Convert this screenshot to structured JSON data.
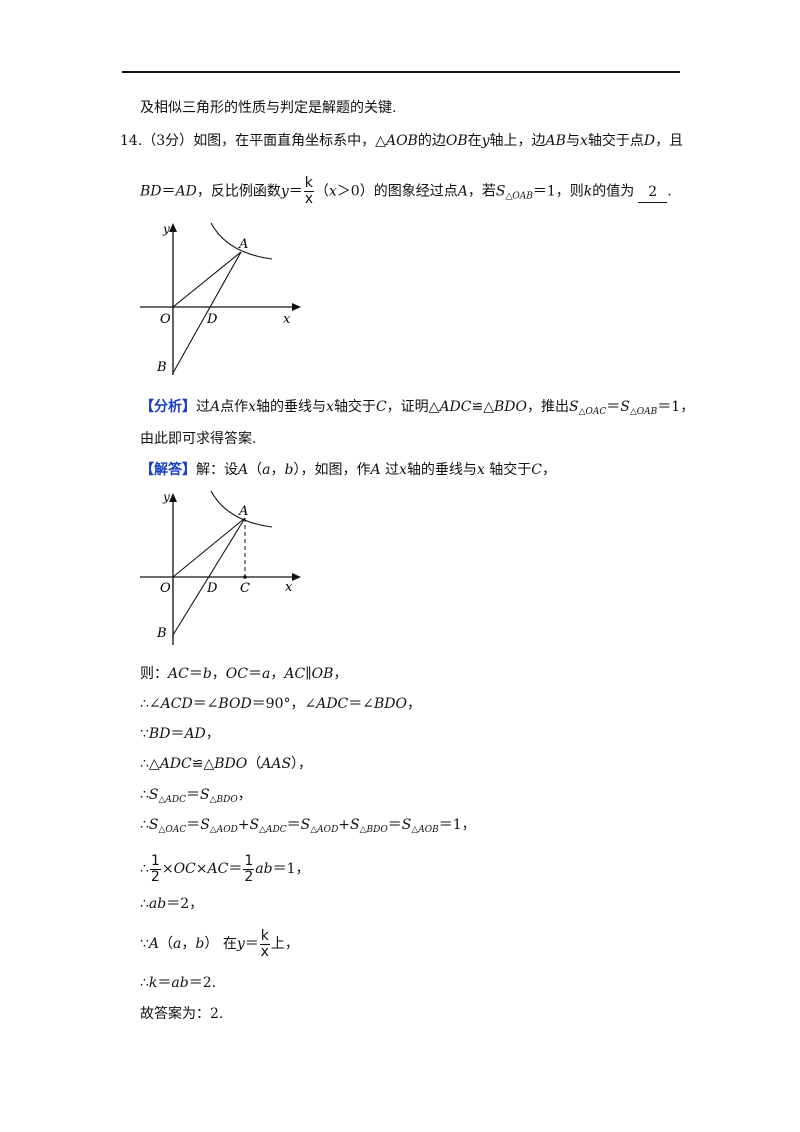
{
  "intro": "及相似三角形的性质与判定是解题的关键.",
  "question": {
    "number": "14.",
    "score": "（3分）",
    "line1": {
      "a": "如图，在平面直角坐标系中，△",
      "b": "AOB",
      "c": "的边",
      "d": "OB",
      "e": "在",
      "f": "y",
      "g": "轴上，边",
      "h": "AB",
      "i": "与",
      "j": "x",
      "k": "轴交于点",
      "l": "D",
      "m": "，且"
    },
    "line2": {
      "a": "BD",
      "b": "＝",
      "c": "AD",
      "d": "，反比例函数",
      "e": "y",
      "f": "＝",
      "frac_num": "k",
      "frac_den": "x",
      "g": "（",
      "h": "x",
      "i": "＞0）的图象经过点",
      "j": "A",
      "k": "，若",
      "l": "S",
      "m": "△OAB",
      "n": "＝1，则",
      "o": "k",
      "p": "的值为",
      "answer": "2",
      "q": "."
    },
    "figure": {
      "y": "y",
      "x": "x",
      "O": "O",
      "D": "D",
      "A": "A",
      "B": "B"
    }
  },
  "analysis": {
    "tag": "【分析】",
    "line1": {
      "a": "过",
      "b": "A",
      "c": "点作",
      "d": "x",
      "e": "轴的垂线与",
      "f": "x",
      "g": "轴交于",
      "h": "C",
      "i": "，证明△",
      "j": "ADC",
      "k": "≌△",
      "l": "BDO",
      "m": "，推出",
      "n": "S",
      "o": "△OAC",
      "p": "＝",
      "q": "S",
      "r": "△OAB",
      "s": "＝1，"
    },
    "line2": "由此即可求得答案."
  },
  "solution": {
    "tag": "【解答】",
    "line1": {
      "a": "解：设",
      "b": "A",
      "c": "（",
      "d": "a",
      "e": "，",
      "f": "b",
      "g": "），如图，作",
      "h": "A",
      "i": " 过",
      "j": "x",
      "k": "轴的垂线与",
      "l": "x",
      "m": " 轴交于",
      "n": "C",
      "o": "，"
    },
    "figure": {
      "y": "y",
      "x": "x",
      "O": "O",
      "D": "D",
      "A": "A",
      "B": "B",
      "C": "C"
    },
    "steps": {
      "s1": {
        "a": "则：",
        "b": "AC",
        "c": "＝",
        "d": "b",
        "e": "，",
        "f": "OC",
        "g": "＝",
        "h": "a",
        "i": "，",
        "j": "AC",
        "k": "∥",
        "l": "OB",
        "m": "，"
      },
      "s2": {
        "a": "∴∠",
        "b": "ACD",
        "c": "＝∠",
        "d": "BOD",
        "e": "＝90°，∠",
        "f": "ADC",
        "g": "＝∠",
        "h": "BDO",
        "i": "，"
      },
      "s3": {
        "a": "∵",
        "b": "BD",
        "c": "＝",
        "d": "AD",
        "e": "，"
      },
      "s4": {
        "a": "∴△",
        "b": "ADC",
        "c": "≌△",
        "d": "BDO",
        "e": "（",
        "f": "AAS",
        "g": "），"
      },
      "s5": {
        "a": "∴",
        "b": "S",
        "c": "△ADC",
        "d": "＝",
        "e": "S",
        "f": "△BDO",
        "g": "，"
      },
      "s6": {
        "a": "∴",
        "b": "S",
        "c": "△OAC",
        "d": "＝",
        "e": "S",
        "f": "△AOD",
        "g": "+",
        "h": "S",
        "i": "△ADC",
        "j": "＝",
        "k": "S",
        "l": "△AOD",
        "m": "+",
        "n": "S",
        "o": "△BDO",
        "p": "＝",
        "q": "S",
        "r": "△AOB",
        "s": "＝1，"
      },
      "s7": {
        "a": "∴",
        "f1n": "1",
        "f1d": "2",
        "b": "×",
        "c": "OC",
        "d": "×",
        "e": "AC",
        "f": "＝",
        "f2n": "1",
        "f2d": "2",
        "g": "ab",
        "h": "＝1，"
      },
      "s8": {
        "a": "∴",
        "b": "ab",
        "c": "＝2，"
      },
      "s9": {
        "a": "∵",
        "b": "A",
        "c": "（",
        "d": "a",
        "e": "，",
        "f": "b",
        "g": "）  在",
        "h": "y",
        "i": "＝",
        "fn": "k",
        "fd": "x",
        "j": "上，"
      },
      "s10": {
        "a": "∴",
        "b": "k",
        "c": "＝",
        "d": "ab",
        "e": "＝2."
      },
      "s11": "故答案为：2."
    }
  }
}
